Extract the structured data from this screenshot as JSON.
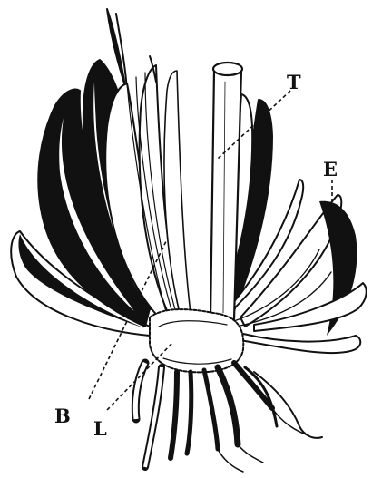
{
  "figure": {
    "labels": {
      "T": "T",
      "E": "E",
      "B": "B",
      "L": "L"
    },
    "colors": {
      "ink": "#111111",
      "paper": "#ffffff"
    }
  }
}
